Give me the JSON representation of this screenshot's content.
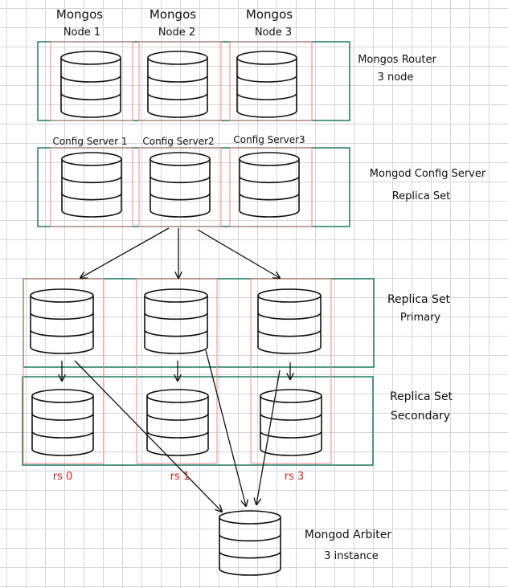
{
  "colors": {
    "group_border": "#1e7a5a",
    "column_border": "#f08a8a",
    "ink": "#111111",
    "rs_label": "#d42020"
  },
  "mongos": {
    "nodes": [
      {
        "line1": "Mongos",
        "line2": "Node 1"
      },
      {
        "line1": "Mongos",
        "line2": "Node 2"
      },
      {
        "line1": "Mongos",
        "line2": "Node 3"
      }
    ],
    "group_label": {
      "line1": "Mongos Router",
      "line2": "3 node"
    }
  },
  "config": {
    "servers": [
      "Config Server 1",
      "Config Server2",
      "Config Server3"
    ],
    "group_label": {
      "line1": "Mongod Config Server",
      "line2": "Replica Set"
    }
  },
  "replica": {
    "primary_label": {
      "line1": "Replica Set",
      "line2": "Primary"
    },
    "secondary_label": {
      "line1": "Replica Set",
      "line2": "Secondary"
    },
    "sets": [
      "rs 0",
      "rs 1",
      "rs 3"
    ]
  },
  "arbiter": {
    "line1": "Mongod Arbiter",
    "line2": "3 instance"
  }
}
